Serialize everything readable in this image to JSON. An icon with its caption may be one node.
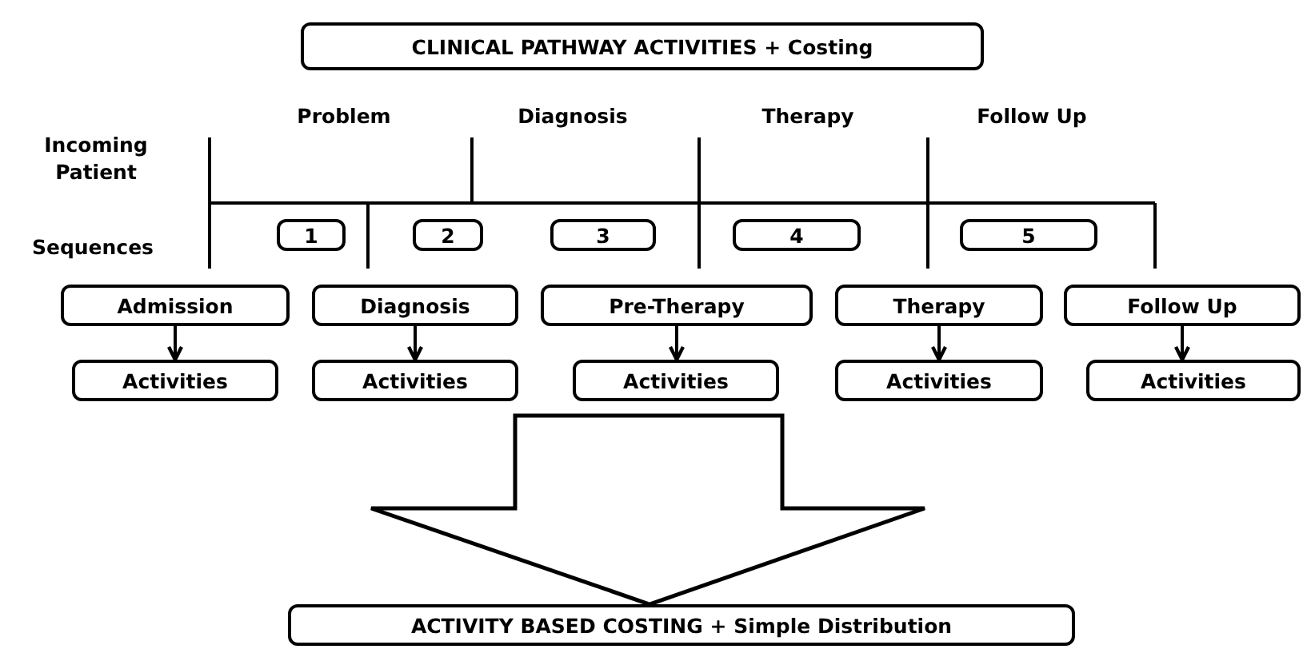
{
  "diagram": {
    "nodes": [
      {
        "text": [
          "CLINICAL PATHWAY ACTIVITIES + Costing"
        ]
      },
      {
        "text": [
          "1"
        ]
      },
      {
        "text": [
          "2"
        ]
      },
      {
        "text": [
          "3"
        ]
      },
      {
        "text": [
          "4"
        ]
      },
      {
        "text": [
          "5"
        ]
      },
      {
        "text": [
          "Admission"
        ]
      },
      {
        "text": [
          "Activities"
        ]
      },
      {
        "text": [
          "Diagnosis"
        ]
      },
      {
        "text": [
          "Activities"
        ]
      },
      {
        "text": [
          "Pre-Therapy"
        ]
      },
      {
        "text": [
          "Activities"
        ]
      },
      {
        "text": [
          "Therapy"
        ]
      },
      {
        "text": [
          "Activities"
        ]
      },
      {
        "text": [
          "Follow Up"
        ]
      },
      {
        "text": [
          "Activities"
        ]
      },
      {
        "text": [
          "ACTIVITY BASED COSTING + Simple Distribution"
        ]
      }
    ],
    "edges": [
      {
        "from": 6,
        "to": 7,
        "arrow": "to"
      },
      {
        "from": 8,
        "to": 9,
        "arrow": "to"
      },
      {
        "from": 10,
        "to": 11,
        "arrow": "to"
      },
      {
        "from": 12,
        "to": 13,
        "arrow": "to"
      },
      {
        "from": 14,
        "to": 15,
        "arrow": "to"
      },
      {
        "from": null,
        "to": 16,
        "arrow": "to",
        "style": "thick"
      }
    ],
    "labels": [
      "Problem",
      "Diagnosis",
      "Therapy",
      "Follow Up",
      "Incoming Patient",
      "Sequences"
    ]
  }
}
